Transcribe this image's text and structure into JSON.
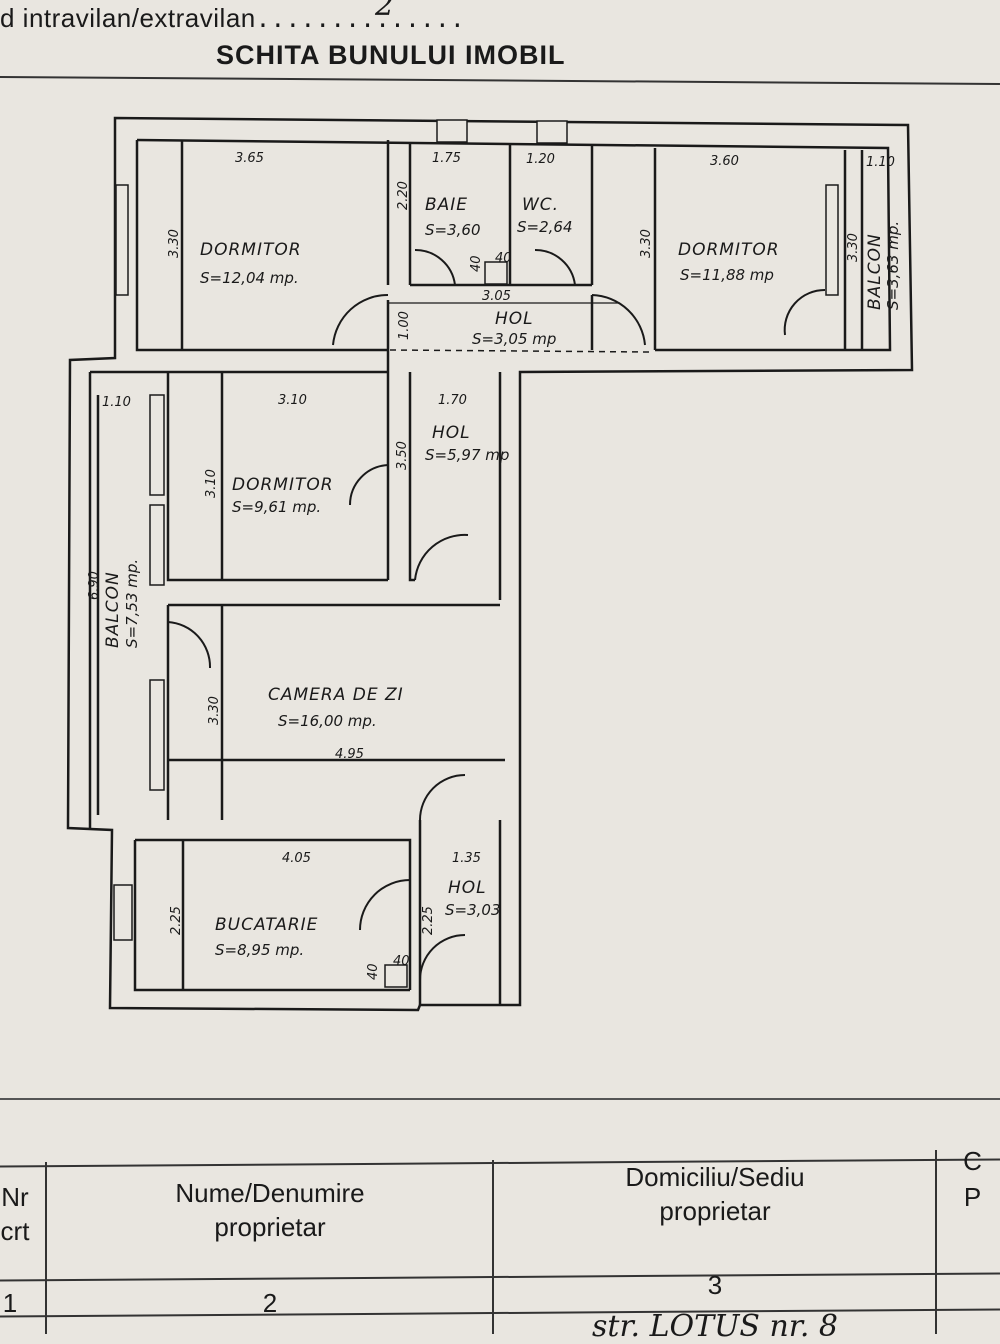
{
  "header": {
    "line_text": "d intravilan/extravilan",
    "line_fill": "..............",
    "line_value": "2",
    "title": "SCHITA BUNULUI IMOBIL"
  },
  "plan": {
    "rooms": [
      {
        "name": "DORMITOR",
        "area": "S=12,04 mp."
      },
      {
        "name": "BAIE",
        "area": "S=3,60"
      },
      {
        "name": "WC.",
        "area": "S=2,64"
      },
      {
        "name": "DORMITOR",
        "area": "S=11,88 mp"
      },
      {
        "name": "BALCON",
        "area": "S=3,63 mp."
      },
      {
        "name": "HOL",
        "area": "S=3,05 mp"
      },
      {
        "name": "HOL",
        "area": "S=5,97 mp"
      },
      {
        "name": "DORMITOR",
        "area": "S=9,61 mp."
      },
      {
        "name": "BALCON",
        "area": "S=7,53 mp."
      },
      {
        "name": "CAMERA DE ZI",
        "area": "S=16,00 mp."
      },
      {
        "name": "BUCATARIE",
        "area": "S=8,95 mp."
      },
      {
        "name": "HOL",
        "area": "S=3,03"
      }
    ],
    "dimensions": {
      "d1": "3.65",
      "d2": "3.30",
      "d3": "1.75",
      "d4": "2.20",
      "d5": "1.20",
      "d6": "3.60",
      "d7": "3.30",
      "d8": "1.10",
      "d9": "3.30",
      "d10": "3.05",
      "d11": "1.00",
      "d12": "1.10",
      "d13": "3.10",
      "d14": "3.10",
      "d15": "1.70",
      "d16": "3.50",
      "d17": "6.90",
      "d18": "3.30",
      "d19": "4.95",
      "d20": "4.05",
      "d21": "1.35",
      "d22": "2.25",
      "d23": "2.25",
      "d24": "40",
      "d25": "40",
      "d26": "40",
      "d27": "40"
    }
  },
  "table": {
    "col_nr_top": "Nr",
    "col_nr_bottom": "crt",
    "col_name_line1": "Nume/Denumire",
    "col_name_line2": "proprietar",
    "col_address_line1": "Domiciliu/Sediu",
    "col_address_line2": "proprietar",
    "col_last_line1": "C",
    "col_last_line2": "P",
    "row_num_1": "1",
    "row_num_2": "2",
    "row_num_3": "3",
    "hand_address": "str. LOTUS nr. 8"
  }
}
